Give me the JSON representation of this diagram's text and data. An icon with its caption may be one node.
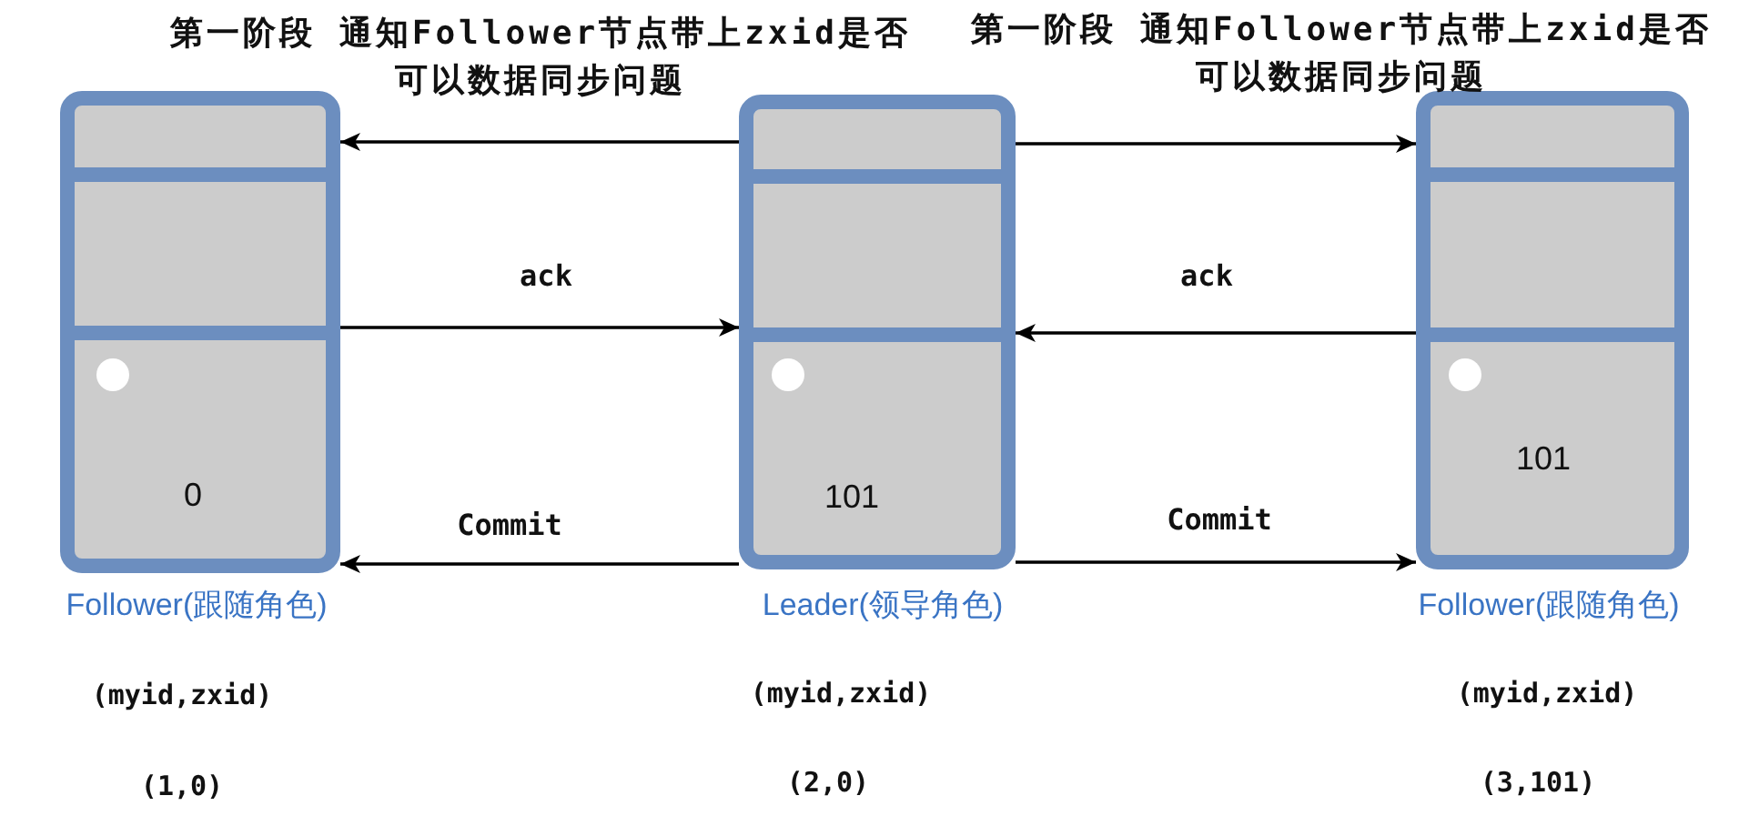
{
  "diagram": {
    "nodes": [
      {
        "text": [
          "0"
        ],
        "beside": [
          "Follower(跟随角色)",
          "(myid,zxid)",
          "(1,0)"
        ]
      },
      {
        "text": [
          "101"
        ],
        "beside": [
          "Leader(领导角色)",
          "(myid,zxid)",
          "(2,0)"
        ]
      },
      {
        "text": [
          "101"
        ],
        "beside": [
          "Follower(跟随角色)",
          "(myid,zxid)",
          "(3,101)"
        ]
      }
    ],
    "edges": [
      {
        "from": 1,
        "to": 0,
        "arrow": "to",
        "label": "第一阶段 通知Follower节点带上zxid是否可以数据同步问题"
      },
      {
        "from": 0,
        "to": 1,
        "arrow": "to",
        "label": "ack"
      },
      {
        "from": 1,
        "to": 0,
        "arrow": "to",
        "label": "Commit"
      },
      {
        "from": 1,
        "to": 2,
        "arrow": "to",
        "label": "第一阶段 通知Follower节点带上zxid是否可以数据同步问题"
      },
      {
        "from": 2,
        "to": 1,
        "arrow": "to",
        "label": "ack"
      },
      {
        "from": 1,
        "to": 2,
        "arrow": "to",
        "label": "Commit"
      }
    ]
  }
}
